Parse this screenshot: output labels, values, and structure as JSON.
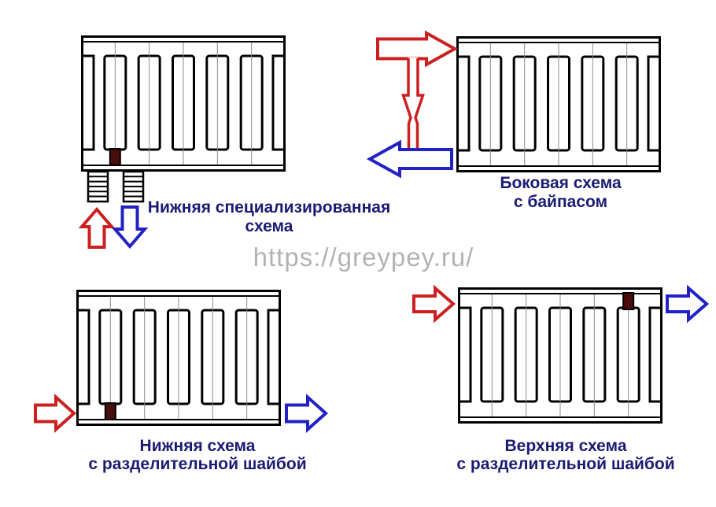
{
  "watermark": {
    "text": "https://greypey.ru/"
  },
  "colors": {
    "background": "#ffffff",
    "supply_red": "#cc2020",
    "return_blue": "#2121c4",
    "label_navy": "#1b1b73",
    "washer_maroon": "#4a0d0d",
    "radiator_outline": "#000000",
    "section_line": "#8c8c8c",
    "watermark_gray": "#b3b3b3"
  },
  "diagrams": [
    {
      "name": "bottom-specialized-scheme",
      "label": [
        "Нижняя специализированная",
        "схема"
      ],
      "radiator": {
        "sections": 6,
        "full_channels": 5,
        "washer": {
          "joint": 1,
          "side": "bottom"
        }
      },
      "supply_arrow": "red up arrow into left bottom connector",
      "return_arrow": "blue down arrow out of right bottom connector",
      "connectors": "two threaded bottom connectors"
    },
    {
      "name": "side-scheme-with-bypass",
      "label": [
        "Боковая схема",
        "с байпасом"
      ],
      "radiator": {
        "sections": 6,
        "full_channels": 5,
        "washer": null
      },
      "supply_arrow": "red right arrow into top-left side",
      "return_arrow": "blue left arrow out of bottom-left side",
      "bypass": "vertical pipe with downward flow arrow between supply and return"
    },
    {
      "name": "bottom-scheme-with-separating-washer",
      "label": [
        "Нижняя схема",
        "с разделительной шайбой"
      ],
      "radiator": {
        "sections": 6,
        "full_channels": 5,
        "washer": {
          "joint": 1,
          "side": "bottom"
        }
      },
      "supply_arrow": "red right arrow into bottom-left side",
      "return_arrow": "blue right arrow out of bottom-right side"
    },
    {
      "name": "top-scheme-with-separating-washer",
      "label": [
        "Верхняя схема",
        "с разделительной шайбой"
      ],
      "radiator": {
        "sections": 6,
        "full_channels": 5,
        "washer": {
          "joint": 5,
          "side": "top"
        }
      },
      "supply_arrow": "red right arrow into top-left side",
      "return_arrow": "blue right arrow out of top-right side"
    }
  ]
}
